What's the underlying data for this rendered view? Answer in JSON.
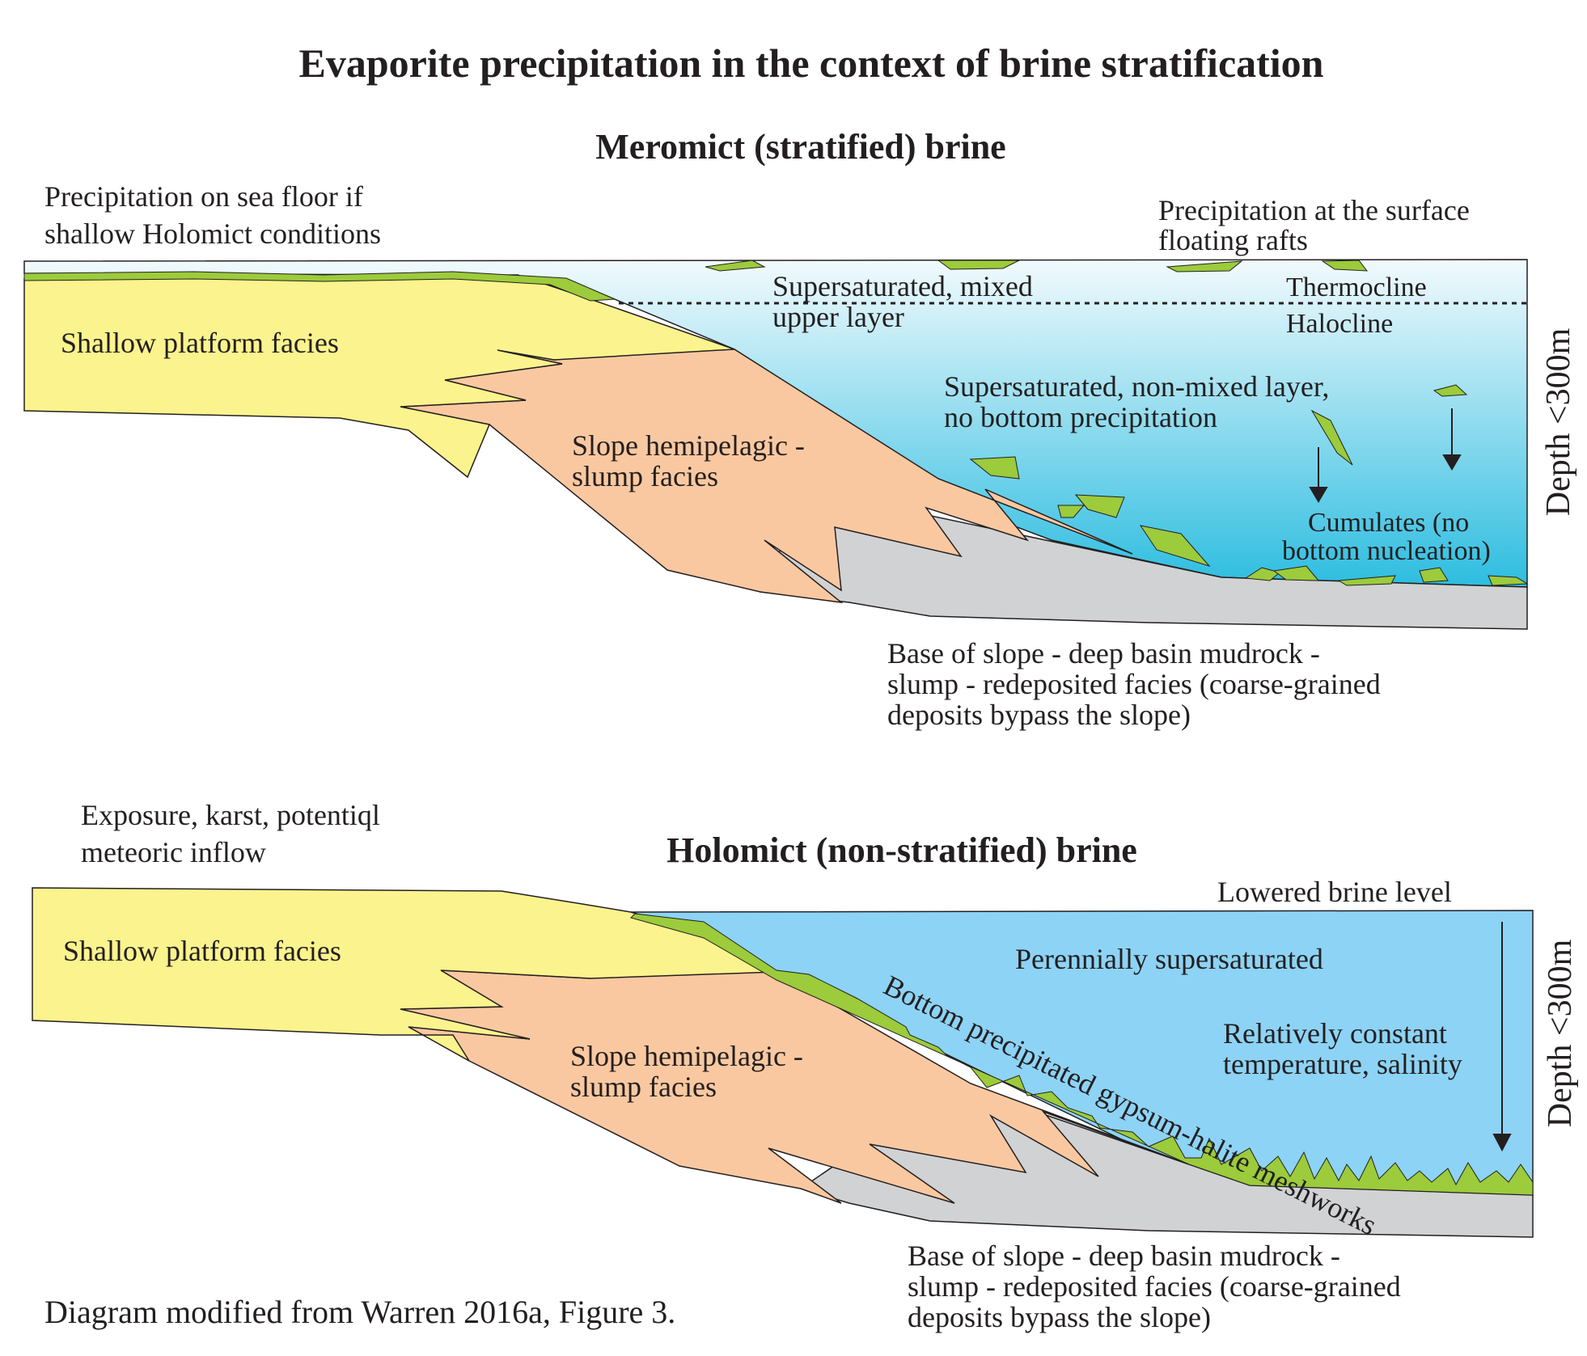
{
  "title": "Evaporite precipitation in the context of brine stratification",
  "meromict": {
    "heading": "Meromict (stratified) brine",
    "sea_floor_note": [
      "Precipitation on sea floor if",
      "shallow Holomict conditions"
    ],
    "surface_note": [
      "Precipitation at the surface",
      "floating rafts"
    ],
    "upper_layer": [
      "Supersaturated, mixed",
      "upper layer"
    ],
    "thermocline": "Thermocline",
    "halocline": "Halocline",
    "platform": "Shallow platform facies",
    "slope": [
      "Slope hemipelagic -",
      "slump facies"
    ],
    "nonmixed_layer": [
      "Supersaturated, non-mixed layer,",
      "no bottom precipitation"
    ],
    "cumulates": [
      "Cumulates (no",
      "bottom nucleation)"
    ],
    "depth": "Depth <300m",
    "base": [
      "Base of slope - deep basin mudrock -",
      "slump - redeposited facies (coarse-grained",
      "deposits bypass the slope)"
    ]
  },
  "holomict": {
    "heading": "Holomict (non-stratified) brine",
    "exposure": [
      "Exposure, karst, potentiql",
      "meteoric inflow"
    ],
    "lowered_level": "Lowered brine level",
    "platform": "Shallow platform facies",
    "perennial": "Perennially supersaturated",
    "constant": [
      "Relatively constant",
      "temperature, salinity"
    ],
    "slope": [
      "Slope hemipelagic -",
      "slump facies"
    ],
    "bottom_precip": "Bottom precipitated gypsum-halite meshworks",
    "depth": "Depth <300m",
    "base": [
      "Base of slope - deep basin mudrock -",
      "slump - redeposited facies (coarse-grained",
      "deposits bypass the slope)"
    ]
  },
  "credit": "Diagram modified from Warren 2016a, Figure 3.",
  "colors": {
    "platform": "#fbf38d",
    "slope": "#fac8a0",
    "basin": "#d1d2d4",
    "evaporite": "#9ccb3b",
    "brine_top": "#f2fafd",
    "brine_bottom": "#2dbde0",
    "brine_holomict": "#8dd3f5"
  }
}
